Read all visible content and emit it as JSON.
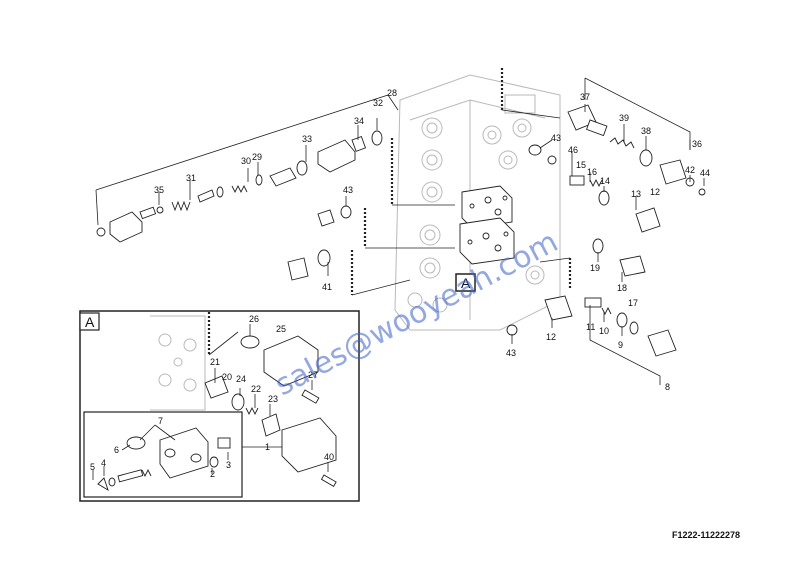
{
  "figure_id": "F1222-11222278",
  "watermark": "sales@wooyeah.com",
  "detail_box_label": "A",
  "main_marker_label": "A",
  "callouts": {
    "c28": "28",
    "c32": "32",
    "c34": "34",
    "c33": "33",
    "c30": "30",
    "c29": "29",
    "c31": "31",
    "c35": "35",
    "c37": "37",
    "c39": "39",
    "c38": "38",
    "c36": "36",
    "c43a": "43",
    "c46": "46",
    "c15": "15",
    "c16": "16",
    "c14": "14",
    "c12a": "12",
    "c42": "42",
    "c44": "44",
    "c13": "13",
    "c43b": "43",
    "c41": "41",
    "c19": "19",
    "c18": "18",
    "c17": "17",
    "c11": "11",
    "c10": "10",
    "c9": "9",
    "c12b": "12",
    "c43c": "43",
    "c8": "8",
    "c26": "26",
    "c25": "25",
    "c21": "21",
    "c20": "20",
    "c24": "24",
    "c22": "22",
    "c23": "23",
    "c27": "27",
    "c7": "7",
    "c6": "6",
    "c5": "5",
    "c4": "4",
    "c2": "2",
    "c3": "3",
    "c1": "1",
    "c40": "40"
  }
}
